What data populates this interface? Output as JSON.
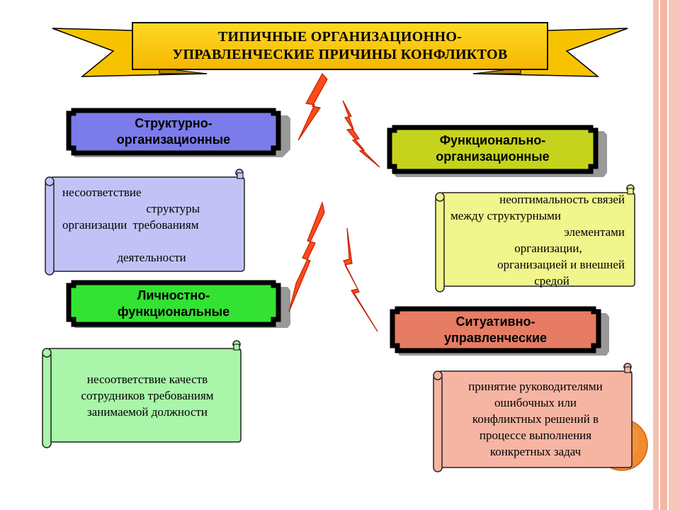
{
  "title": {
    "lines": [
      "ТИПИЧНЫЕ ОРГАНИЗАЦИОННО-",
      "УПРАВЛЕНЧЕСКИЕ ПРИЧИНЫ КОНФЛИКТОВ"
    ],
    "banner_color": "#ffd21a"
  },
  "categories": [
    {
      "lines": [
        "Структурно-",
        "организационные"
      ],
      "color": "#7b7bea",
      "description": [
        "несоответствие",
        "структуры",
        "организации требованиям",
        "",
        "деятельности"
      ],
      "description_color": "#c2c2f7"
    },
    {
      "lines": [
        "Функционально-",
        "организационные"
      ],
      "color": "#c6d31c",
      "description": [
        "неоптимальность связей",
        "между структурными",
        "элементами",
        "организации,",
        "организацией и внешней",
        "средой"
      ],
      "description_color": "#f0f58c"
    },
    {
      "lines": [
        "Личностно-",
        "функциональные"
      ],
      "color": "#33e233",
      "description": [
        "несоответствие качеств",
        "сотрудников требованиям",
        "занимаемой должности"
      ],
      "description_color": "#a9f5a9"
    },
    {
      "lines": [
        "Ситуативно-",
        "управленческие"
      ],
      "color": "#e57c63",
      "description": [
        "принятие руководителями",
        "ошибочных или",
        "конфликтных решений в",
        "процессе выполнения",
        "конкретных задач"
      ],
      "description_color": "#f6b5a3"
    }
  ],
  "decor": {
    "stripe_color": "#f6c1b0",
    "circle_color": "#f28a2e",
    "lightning_color": "#ff4a1a"
  }
}
